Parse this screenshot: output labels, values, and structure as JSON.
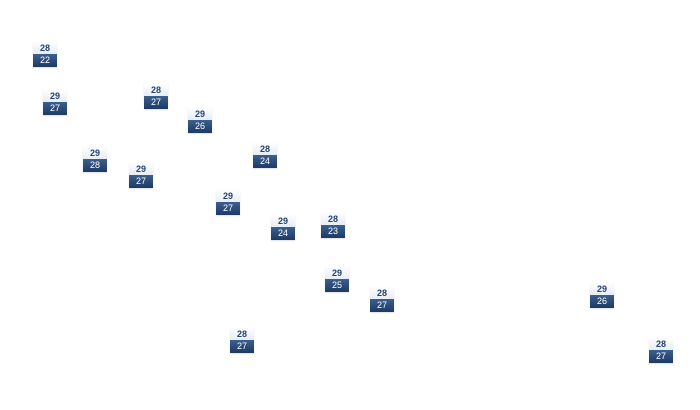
{
  "colors": {
    "label_top_text": "#24436f",
    "label_bottom_bg": "#1d3a63",
    "label_bottom_text": "#ffffff"
  },
  "markers": [
    {
      "top": "28",
      "bottom": "22"
    },
    {
      "top": "29",
      "bottom": "27"
    },
    {
      "top": "28",
      "bottom": "27"
    },
    {
      "top": "29",
      "bottom": "26"
    },
    {
      "top": "29",
      "bottom": "28"
    },
    {
      "top": "29",
      "bottom": "27"
    },
    {
      "top": "28",
      "bottom": "24"
    },
    {
      "top": "29",
      "bottom": "27"
    },
    {
      "top": "29",
      "bottom": "24"
    },
    {
      "top": "28",
      "bottom": "23"
    },
    {
      "top": "29",
      "bottom": "25"
    },
    {
      "top": "28",
      "bottom": "27"
    },
    {
      "top": "29",
      "bottom": "26"
    },
    {
      "top": "28",
      "bottom": "27"
    },
    {
      "top": "28",
      "bottom": "27"
    }
  ]
}
